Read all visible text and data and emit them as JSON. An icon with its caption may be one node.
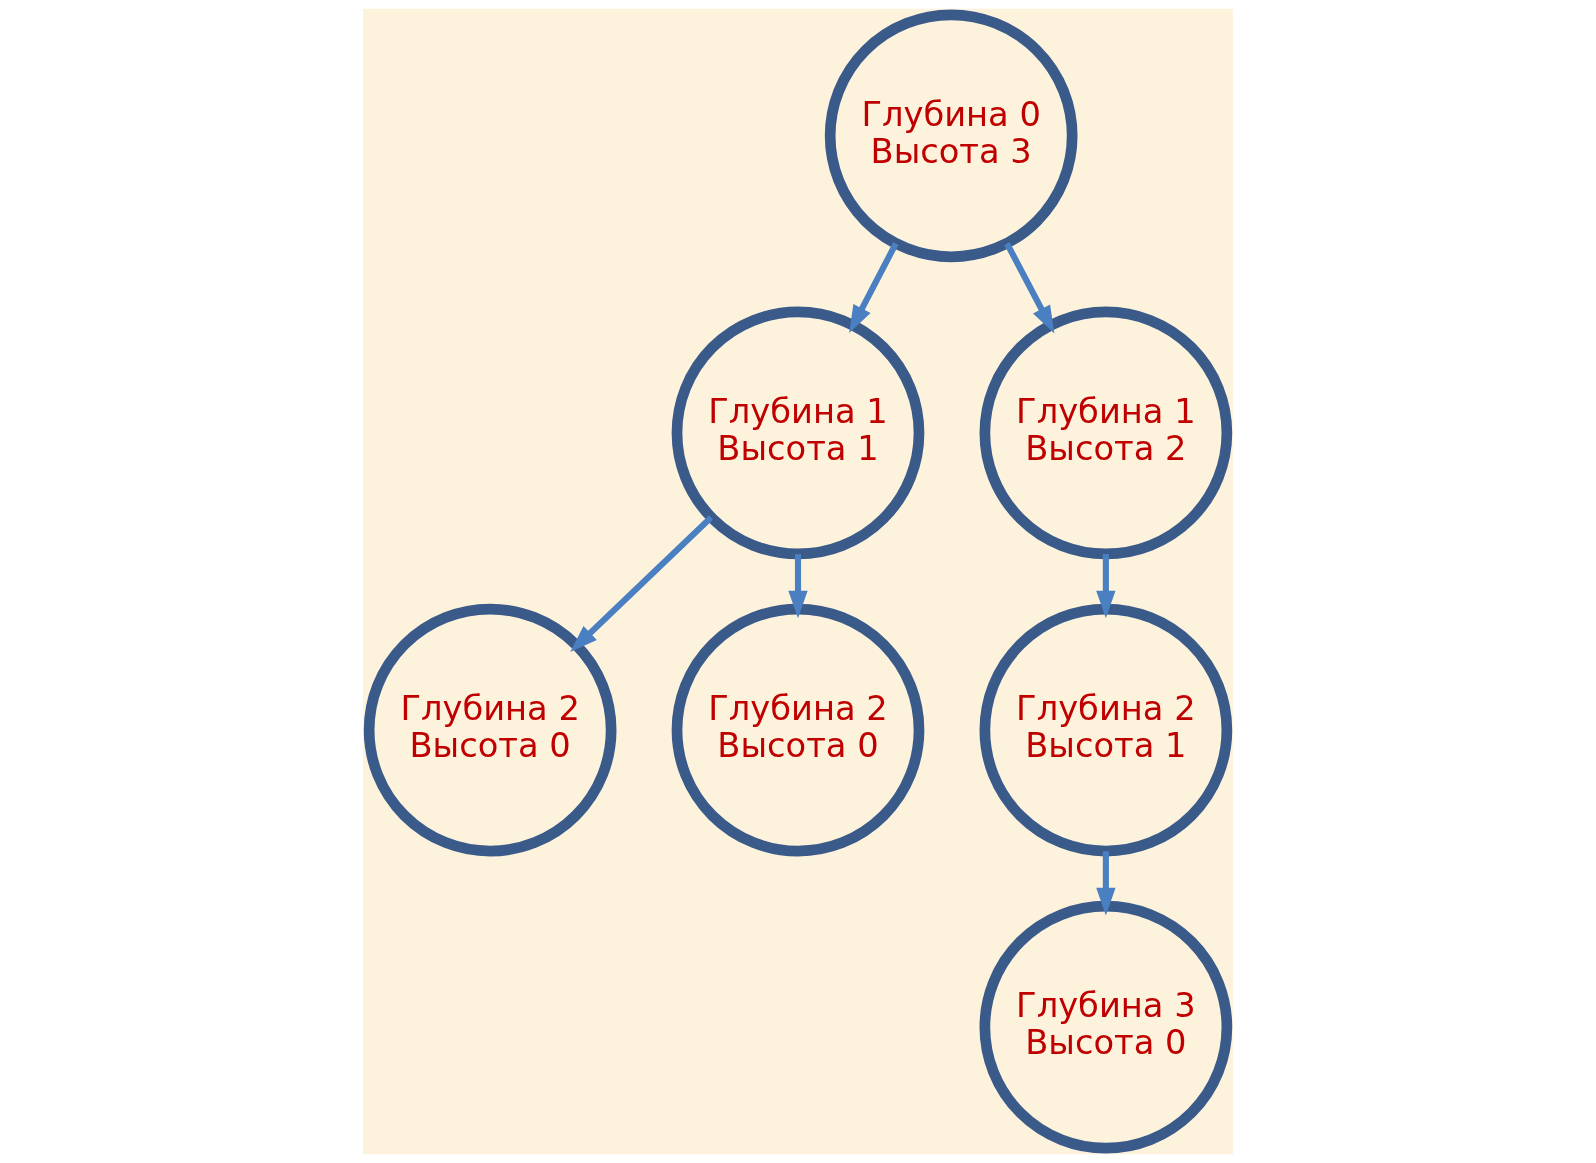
{
  "diagram": {
    "nodes": [
      {
        "text": [
          "Глубина 0",
          "Высота 3"
        ]
      },
      {
        "text": [
          "Глубина 1",
          "Высота 1"
        ]
      },
      {
        "text": [
          "Глубина 1",
          "Высота 2"
        ]
      },
      {
        "text": [
          "Глубина 2",
          "Высота 0"
        ]
      },
      {
        "text": [
          "Глубина 2",
          "Высота 0"
        ]
      },
      {
        "text": [
          "Глубина 2",
          "Высота 1"
        ]
      },
      {
        "text": [
          "Глубина 3",
          "Высота 0"
        ]
      }
    ],
    "edges": [
      {
        "from": 0,
        "to": 1,
        "arrow": "to"
      },
      {
        "from": 0,
        "to": 2,
        "arrow": "to"
      },
      {
        "from": 1,
        "to": 3,
        "arrow": "to"
      },
      {
        "from": 1,
        "to": 4,
        "arrow": "to"
      },
      {
        "from": 2,
        "to": 5,
        "arrow": "to"
      },
      {
        "from": 5,
        "to": 6,
        "arrow": "to"
      }
    ]
  }
}
